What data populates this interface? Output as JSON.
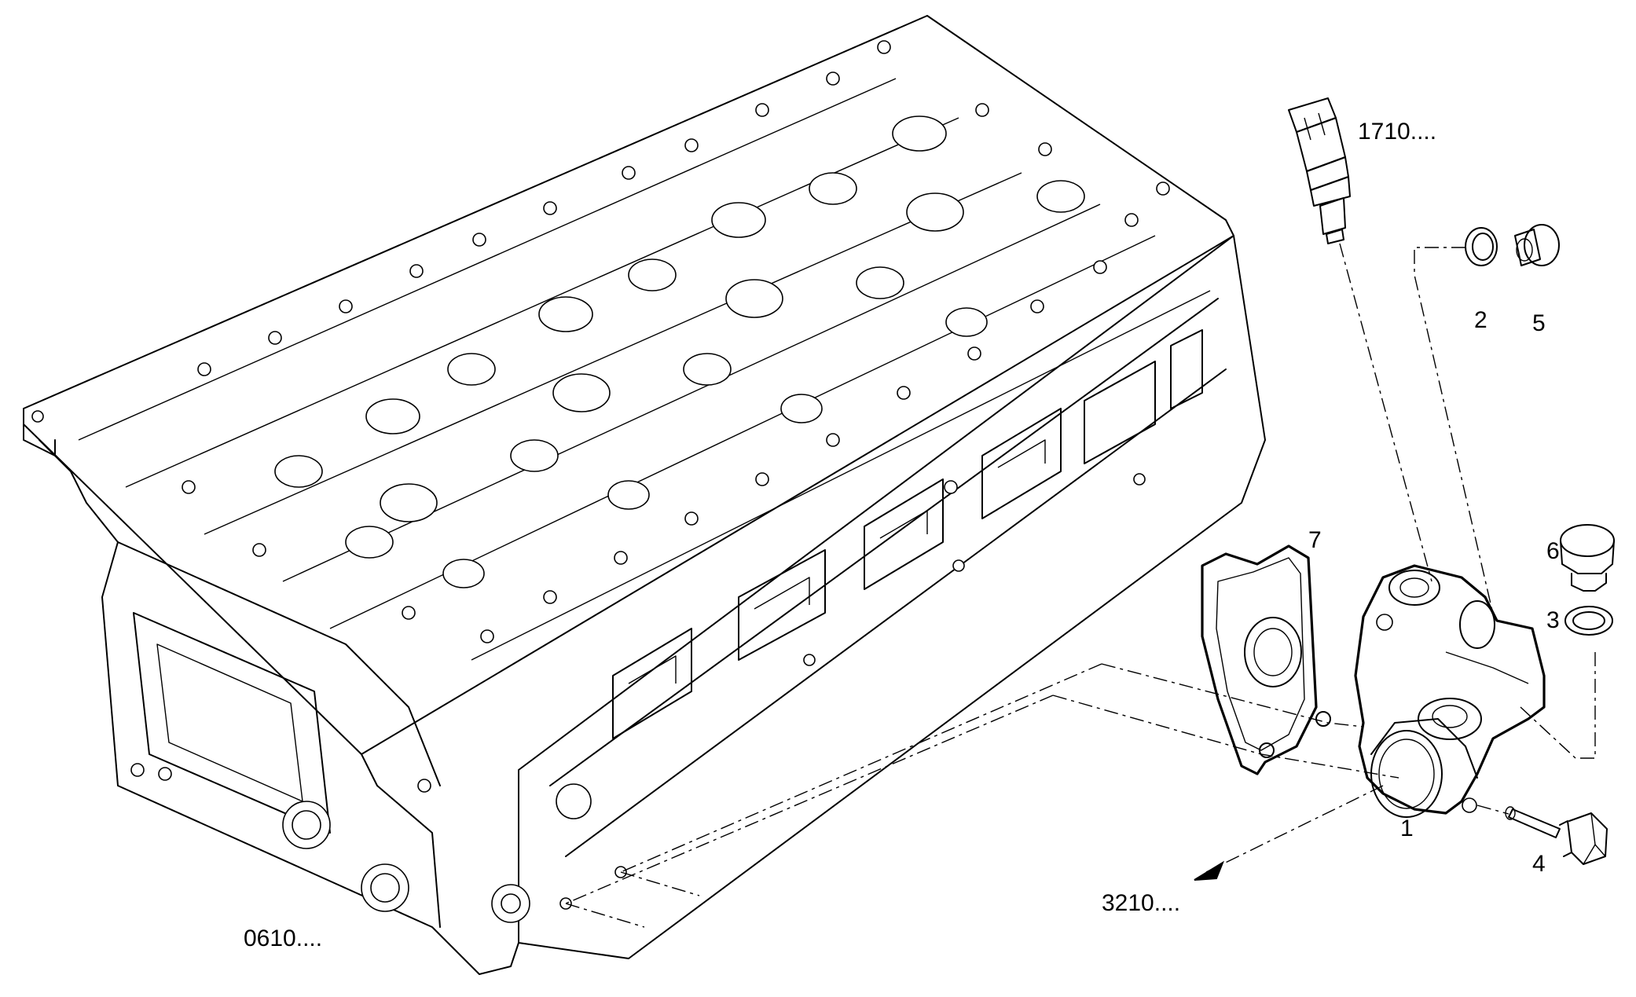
{
  "references": {
    "sensor_group": "1710....",
    "cylinder_head_group": "0610....",
    "hose_group": "3210...."
  },
  "callouts": {
    "housing": "1",
    "washer_small": "2",
    "washer_large": "3",
    "bolt": "4",
    "plug_small": "5",
    "plug_large": "6",
    "gasket": "7"
  },
  "icons": {
    "arrow": "arrow-icon"
  }
}
